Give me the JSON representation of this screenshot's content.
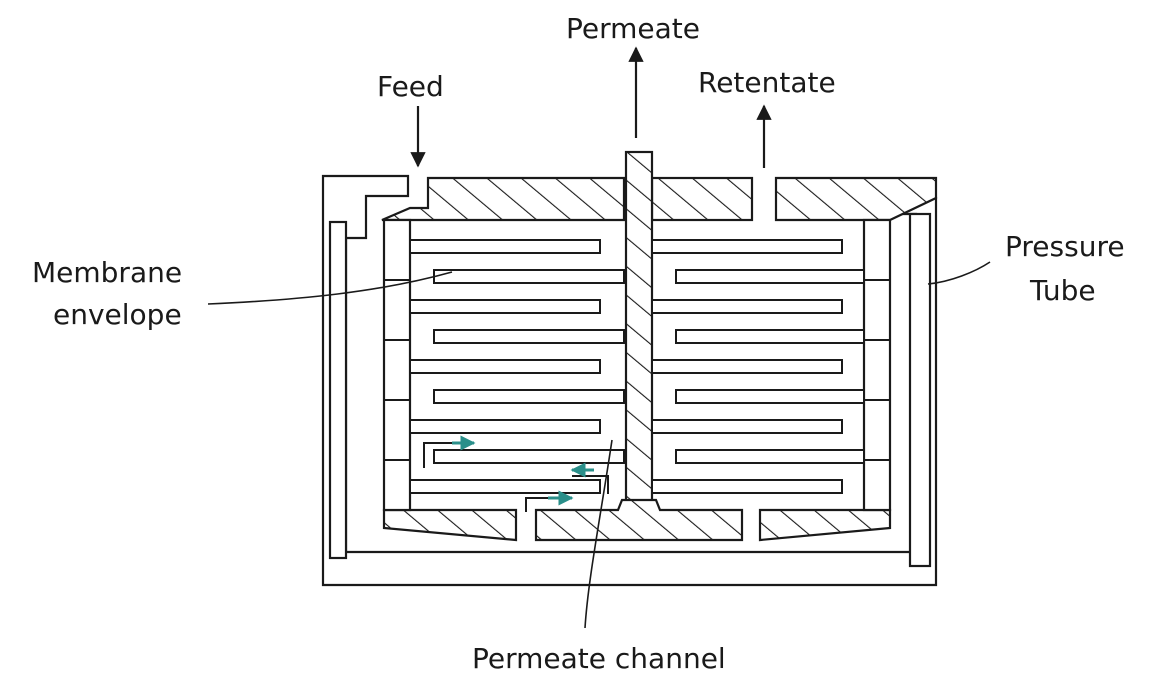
{
  "labels": {
    "permeate": "Permeate",
    "feed": "Feed",
    "retentate": "Retentate",
    "membrane_line1": "Membrane",
    "membrane_line2": "envelope",
    "pressure_line1": "Pressure",
    "pressure_line2": "Tube",
    "permeate_channel": "Permeate channel"
  },
  "colors": {
    "line": "#1a1a1a",
    "flow_arrow": "#2a8f8a",
    "background": "#ffffff"
  }
}
